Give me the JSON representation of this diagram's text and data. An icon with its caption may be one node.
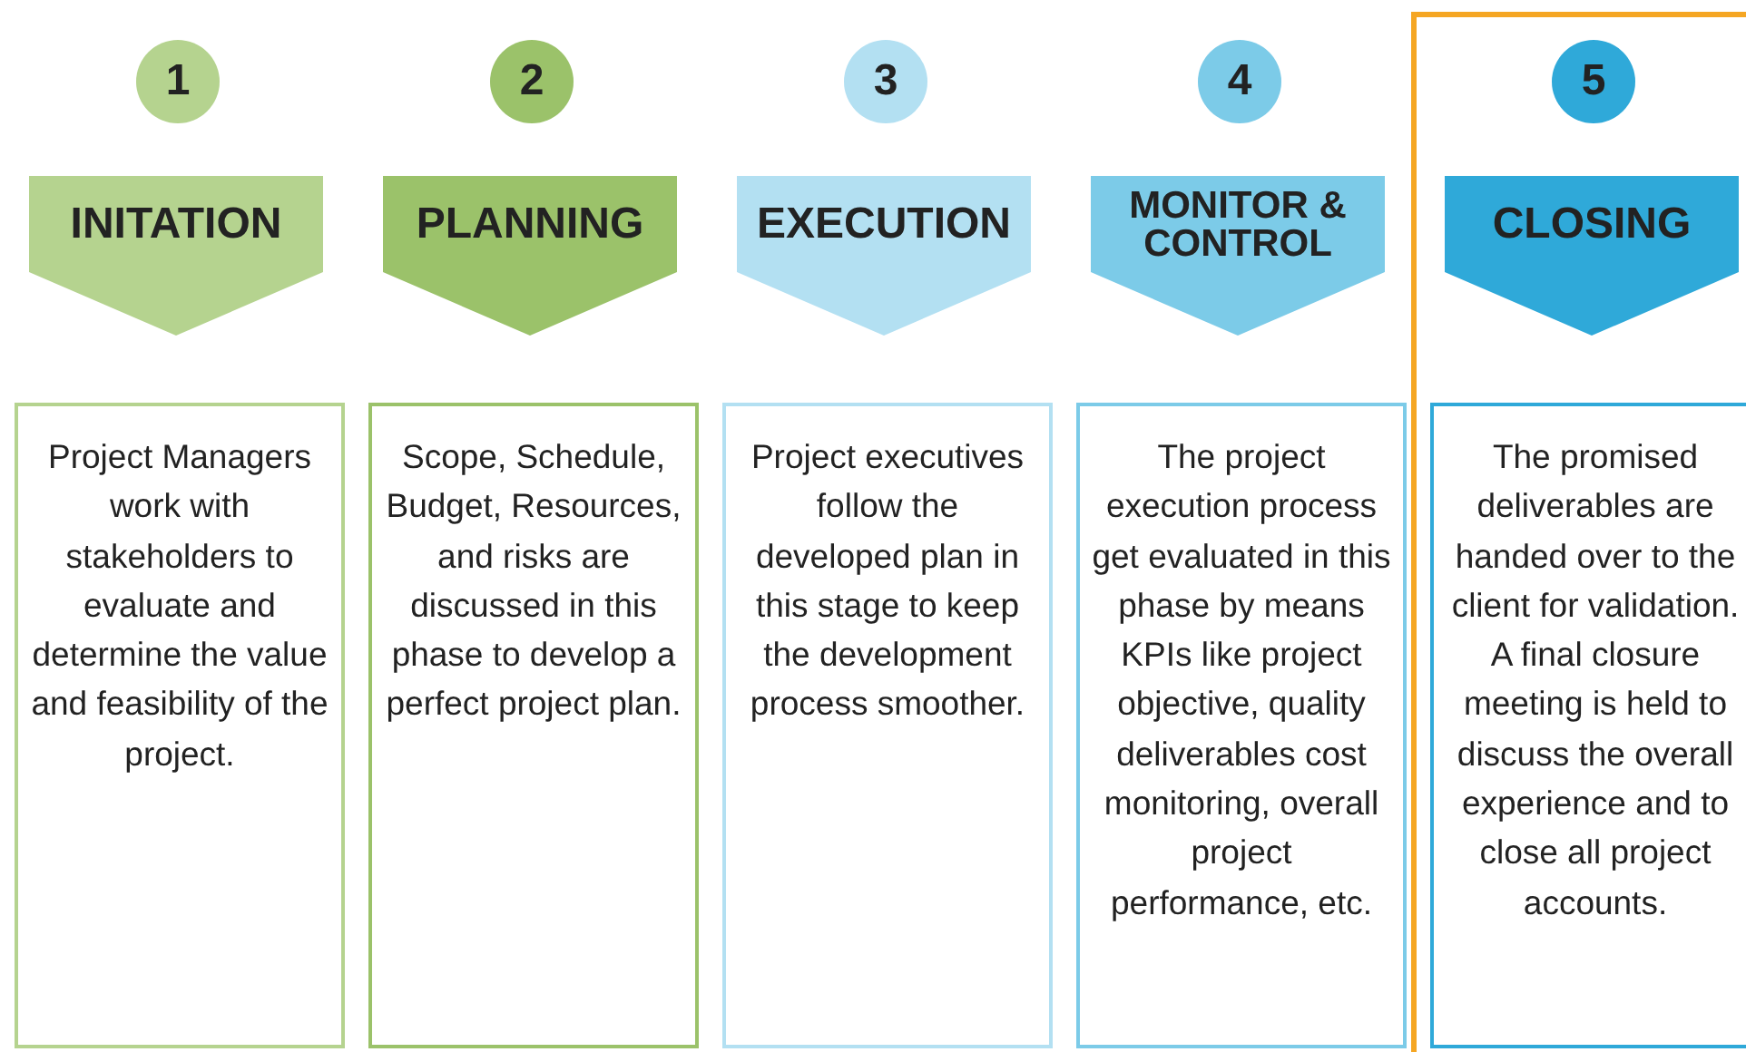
{
  "diagram": {
    "nodes": [
      {
        "text": [
          "1"
        ]
      },
      {
        "text": [
          "INITATION"
        ]
      },
      {
        "text": [
          "Project Managers work with stakeholders to evaluate and determine the value and feasibility of the project."
        ]
      },
      {
        "text": [
          "2"
        ]
      },
      {
        "text": [
          "PLANNING"
        ]
      },
      {
        "text": [
          "Scope, Schedule, Budget, Resources, and risks are discussed in this phase to develop a perfect project plan."
        ]
      },
      {
        "text": [
          "3"
        ]
      },
      {
        "text": [
          "EXECUTION"
        ]
      },
      {
        "text": [
          "Project executives follow the developed plan in this stage to keep the development process smoother."
        ]
      },
      {
        "text": [
          "4"
        ]
      },
      {
        "text": [
          "MONITOR & CONTROL"
        ]
      },
      {
        "text": [
          "The project execution process get evaluated in this phase by means KPIs like project objective, quality deliverables cost monitoring, overall project performance, etc."
        ]
      },
      {
        "text": [
          "5"
        ]
      },
      {
        "text": [
          "CLOSING"
        ]
      },
      {
        "text": [
          "The promised deliverables are handed over to the client for validation. A final closure meeting is held to discuss the overall experience and to close all project accounts."
        ]
      }
    ]
  }
}
